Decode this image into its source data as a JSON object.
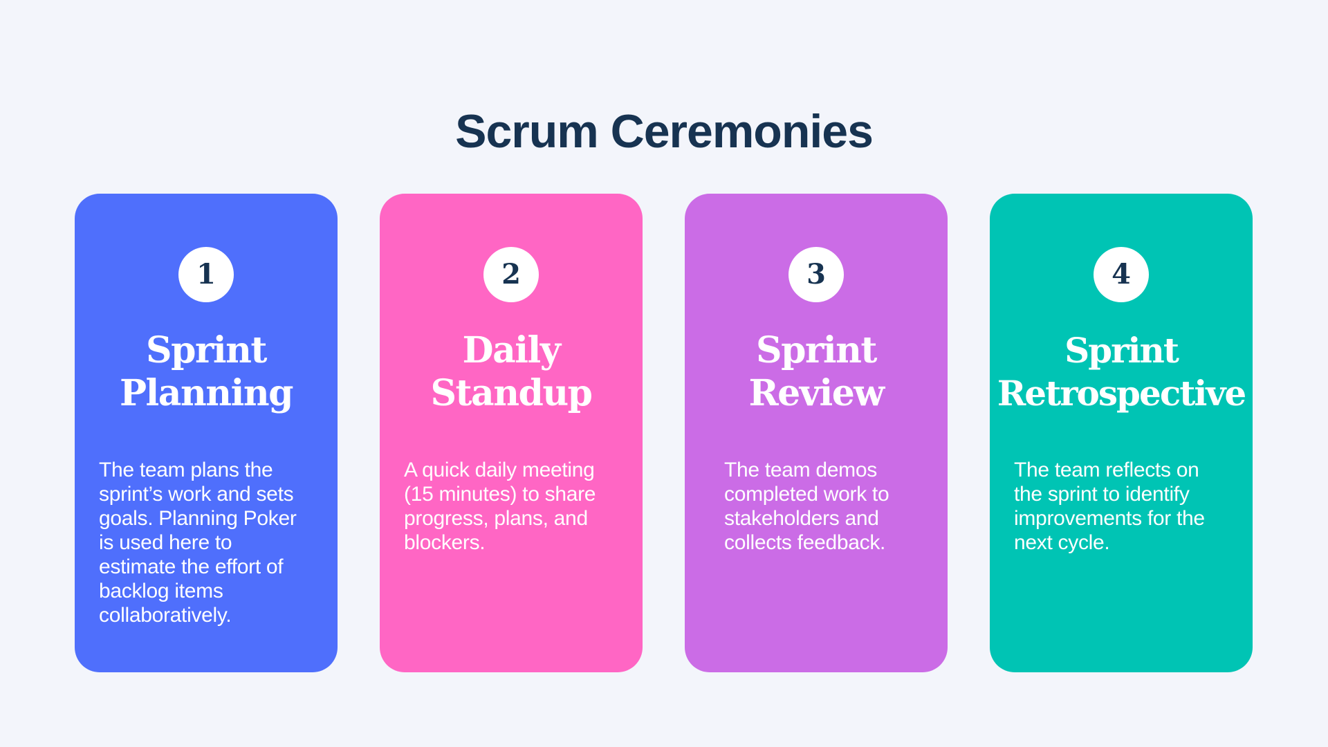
{
  "title": "Scrum Ceremonies",
  "colors": {
    "background": "#f3f5fb",
    "title": "#173351",
    "card_1": "#4f6ffc",
    "card_2": "#ff66c4",
    "card_3": "#cb6ce6",
    "card_4": "#00c4b4"
  },
  "cards": [
    {
      "number": "1",
      "title_lines": [
        "Sprint",
        "Planning"
      ],
      "description_lines": [
        "The team plans the",
        "sprint’s work and sets",
        "goals. Planning Poker",
        "is used here to",
        "estimate the effort of",
        "backlog items",
        "collaboratively."
      ]
    },
    {
      "number": "2",
      "title_lines": [
        "Daily",
        "Standup"
      ],
      "description_lines": [
        "A quick daily meeting",
        "(15 minutes) to share",
        "progress, plans, and",
        "blockers."
      ]
    },
    {
      "number": "3",
      "title_lines": [
        "Sprint",
        "Review"
      ],
      "description_lines": [
        "The team demos",
        "completed work to",
        "stakeholders and",
        "collects feedback."
      ]
    },
    {
      "number": "4",
      "title_lines": [
        "Sprint",
        "Retrospective"
      ],
      "description_lines": [
        "The team reflects on",
        "the sprint to identify",
        "improvements for the",
        "next cycle."
      ]
    }
  ]
}
